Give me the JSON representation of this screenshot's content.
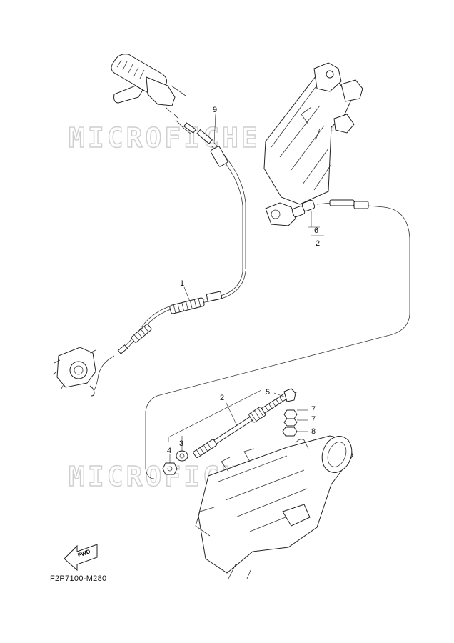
{
  "watermark": "MICROFICHE.NET",
  "diagram_code": "F2P7100-M280",
  "fwd_label": "FWD",
  "callouts": {
    "p1": "1",
    "p2a": "2",
    "p2b": "2",
    "p3": "3",
    "p4": "4",
    "p5": "5",
    "p6": "6",
    "p7a": "7",
    "p7b": "7",
    "p8": "8",
    "p9": "9"
  }
}
